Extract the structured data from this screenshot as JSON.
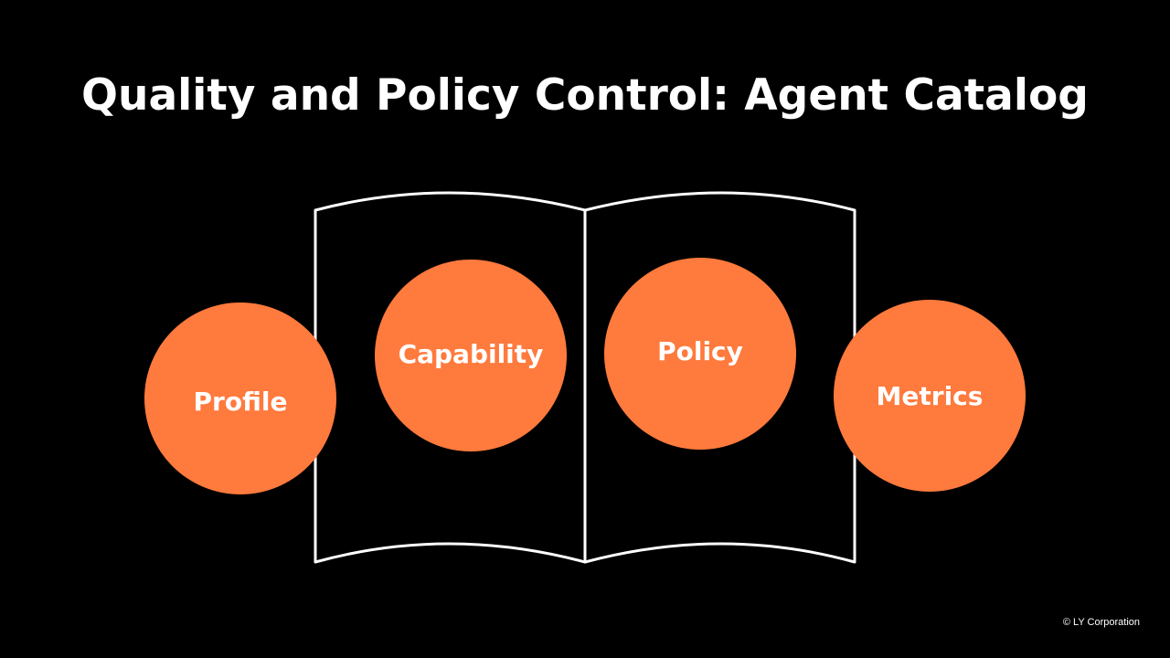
{
  "slide": {
    "title": "Quality and Policy Control: Agent Catalog",
    "copyright": "© LY Corporation"
  },
  "diagram": {
    "accent_color": "#FF7A3D",
    "outline_color": "#FFFFFF",
    "background_color": "#000000",
    "icon": "open-book-icon",
    "nodes": [
      {
        "label": "Profile"
      },
      {
        "label": "Capability"
      },
      {
        "label": "Policy"
      },
      {
        "label": "Metrics"
      }
    ]
  }
}
